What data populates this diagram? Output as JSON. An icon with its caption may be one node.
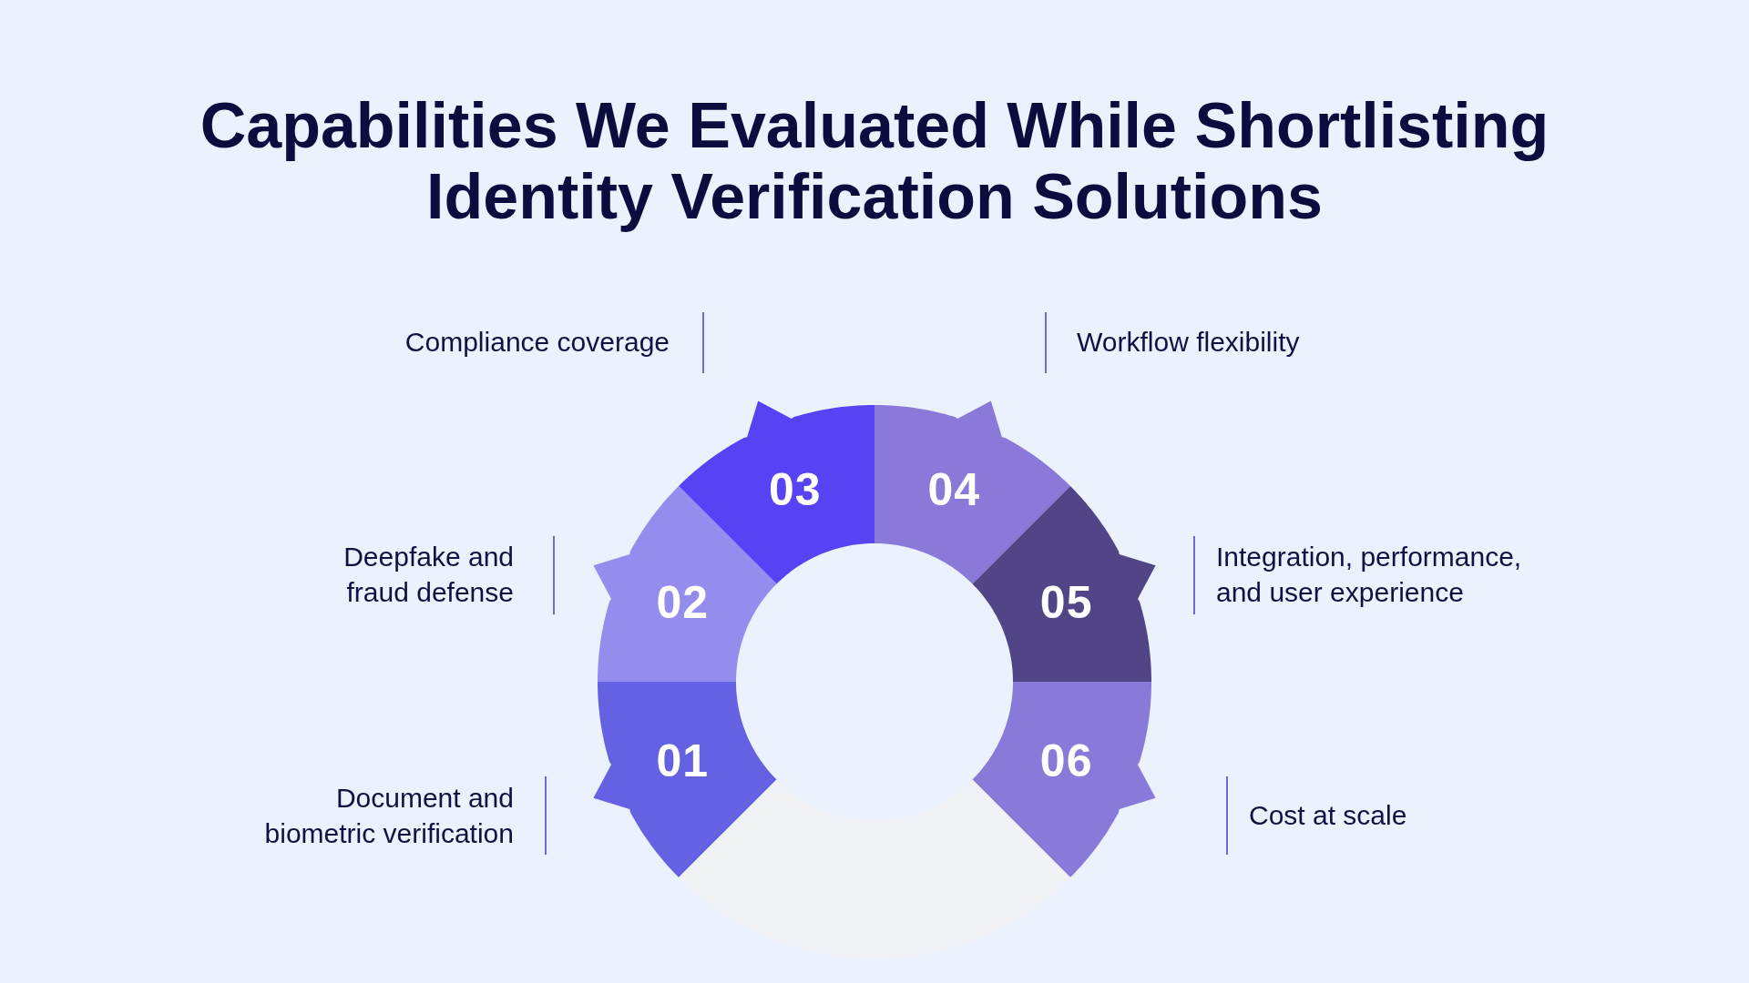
{
  "diagram": {
    "title": "Capabilities We Evaluated While Shortlisting Identity Verification Solutions",
    "nodes": [
      {
        "text": [
          "01"
        ],
        "beside": [
          "Document and biometric verification"
        ]
      },
      {
        "text": [
          "02"
        ],
        "beside": [
          "Deepfake and fraud defense"
        ]
      },
      {
        "text": [
          "03"
        ],
        "beside": [
          "Compliance coverage"
        ]
      },
      {
        "text": [
          "04"
        ],
        "beside": [
          "Workflow flexibility"
        ]
      },
      {
        "text": [
          "05"
        ],
        "beside": [
          "Integration, performance, and user experience"
        ]
      },
      {
        "text": [
          "06"
        ],
        "beside": [
          "Cost at scale"
        ]
      },
      {
        "text": [],
        "shape": "segment"
      }
    ]
  }
}
